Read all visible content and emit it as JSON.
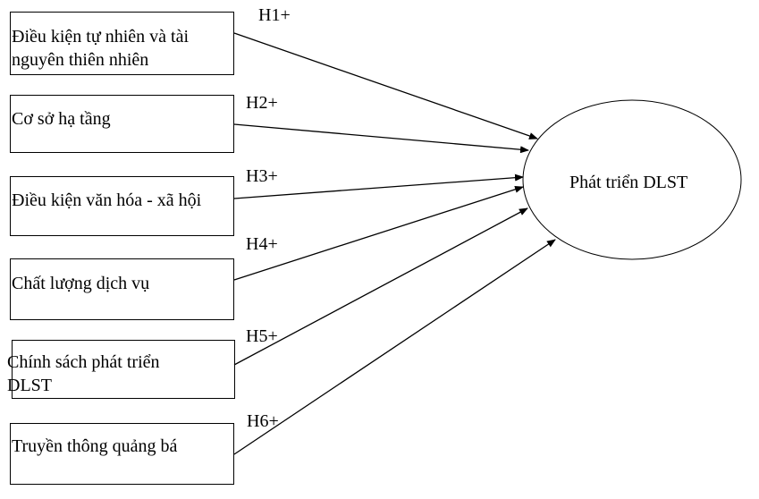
{
  "diagram": {
    "type": "research-model",
    "outcome": {
      "label": "Phát triển DLST"
    },
    "factors": [
      {
        "id": "f1",
        "label": "Điều kiện tự nhiên và tài\nnguyên thiên nhiên",
        "hypothesis": "H1+"
      },
      {
        "id": "f2",
        "label": "Cơ sở hạ tầng",
        "hypothesis": "H2+"
      },
      {
        "id": "f3",
        "label": "Điều kiện văn hóa - xã hội",
        "hypothesis": "H3+"
      },
      {
        "id": "f4",
        "label": "Chất lượng dịch vụ",
        "hypothesis": "H4+"
      },
      {
        "id": "f5",
        "label": " Chính sách phát triển\nDLST",
        "hypothesis": "H5+"
      },
      {
        "id": "f6",
        "label": "Truyền thông quảng bá",
        "hypothesis": "H6+"
      }
    ],
    "edges": [
      {
        "from": "f1",
        "to": "outcome",
        "label": "H1+"
      },
      {
        "from": "f2",
        "to": "outcome",
        "label": "H2+"
      },
      {
        "from": "f3",
        "to": "outcome",
        "label": "H3+"
      },
      {
        "from": "f4",
        "to": "outcome",
        "label": "H4+"
      },
      {
        "from": "f5",
        "to": "outcome",
        "label": "H5+"
      },
      {
        "from": "f6",
        "to": "outcome",
        "label": "H6+"
      }
    ],
    "stroke_color": "#000000"
  }
}
